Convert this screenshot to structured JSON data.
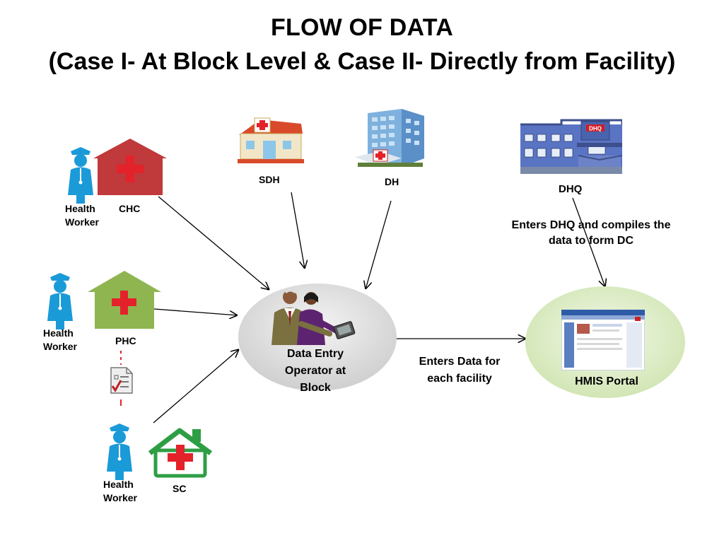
{
  "title": {
    "line1": "FLOW OF DATA",
    "line2": "(Case I- At Block Level & Case II- Directly from Facility)"
  },
  "nodes": {
    "chc": {
      "label": "CHC",
      "worker": "Health\nWorker"
    },
    "phc": {
      "label": "PHC",
      "worker": "Health\nWorker"
    },
    "sc": {
      "label": "SC",
      "worker": "Health\nWorker"
    },
    "sdh": {
      "label": "SDH"
    },
    "dh": {
      "label": "DH"
    },
    "dhq": {
      "label": "DHQ",
      "sign": "DHQ"
    },
    "operator": {
      "label": "Data Entry\nOperator at\nBlock"
    },
    "portal": {
      "label": "HMIS Portal"
    }
  },
  "edge_labels": {
    "entry": "Enters Data for\neach facility",
    "dhq": "Enters DHQ and compiles the\ndata to form DC"
  },
  "colors": {
    "worker_blue": "#1b9ad8",
    "chc_red": "#c0393b",
    "phc_green": "#8fb551",
    "sc_green": "#2e9e45",
    "cross_red": "#e3222a",
    "dhq_blue": "#5a74c4",
    "ellipse_grey": "#d9d9d9",
    "portal_green": "#d4e8b8"
  }
}
